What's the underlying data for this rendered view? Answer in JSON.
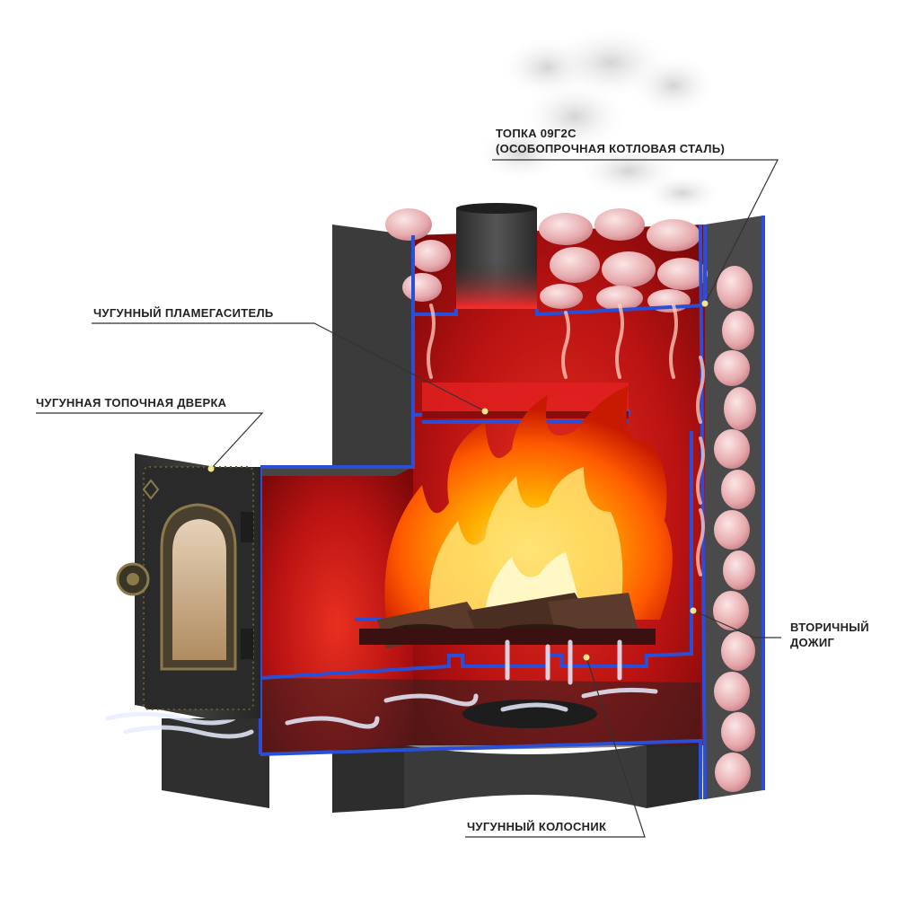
{
  "labels": {
    "firebox_steel": {
      "line1": "ТОПКА 09Г2С",
      "line2": "(ОСОБОПРОЧНАЯ КОТЛОВАЯ СТАЛЬ)"
    },
    "flame_damper": "ЧУГУННЫЙ ПЛАМЕГАСИТЕЛЬ",
    "firebox_door": "ЧУГУННАЯ ТОПОЧНАЯ ДВЕРКА",
    "afterburn": {
      "line1": "ВТОРИЧНЫЙ",
      "line2": "ДОЖИГ"
    },
    "grate": "ЧУГУННЫЙ КОЛОСНИК"
  },
  "colors": {
    "steel_edge": "#2a4fd6",
    "chamber": "#b01010",
    "body": "#3a3a3a",
    "stones": "#e8b8b8",
    "flame": "#ff7a00",
    "leader": "#333333"
  }
}
